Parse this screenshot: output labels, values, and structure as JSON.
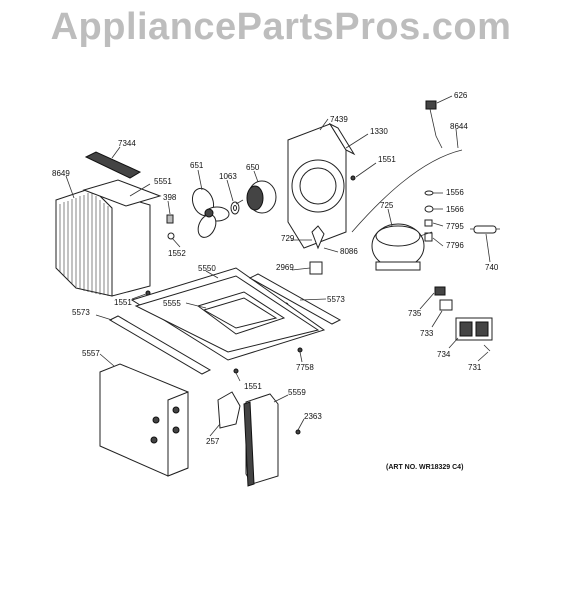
{
  "watermark": "AppliancePartsPros.com",
  "art_number": "(ART NO. WR18329 C4)",
  "callouts": {
    "c7344": "7344",
    "c8649": "8649",
    "c5551a": "5551",
    "c398": "398",
    "c651": "651",
    "c1063": "1063",
    "c650": "650",
    "c7439": "7439",
    "c1330": "1330",
    "c1551a": "1551",
    "c626": "626",
    "c8644": "8644",
    "c1556": "1556",
    "c1566": "1566",
    "c7795": "7795",
    "c7796": "7796",
    "c725": "725",
    "c740": "740",
    "c1552": "1552",
    "c729": "729",
    "c8086": "8086",
    "c2969": "2969",
    "c5550": "5550",
    "c1551b": "1551",
    "c5555": "5555",
    "c5573a": "5573",
    "c5573b": "5573",
    "c735": "735",
    "c733": "733",
    "c734": "734",
    "c731": "731",
    "c5557": "5557",
    "c7758": "7758",
    "c1551c": "1551",
    "c5559": "5559",
    "c2363": "2363",
    "c257": "257"
  }
}
